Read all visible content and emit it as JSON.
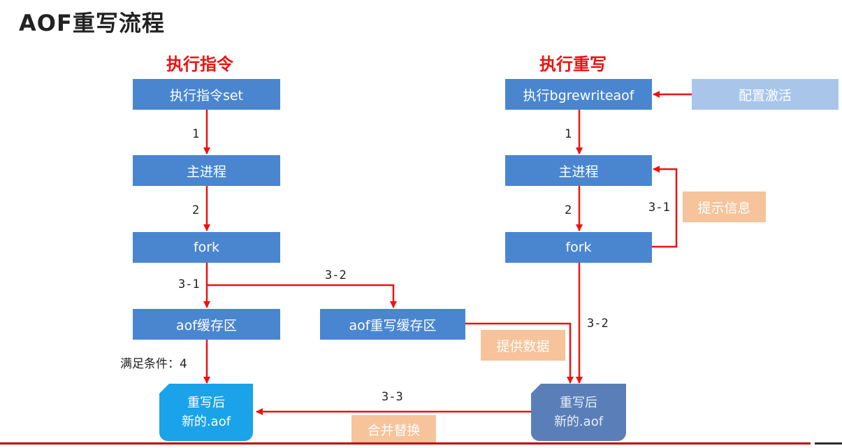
{
  "title": "AOF重写流程",
  "left": {
    "heading": "执行指令",
    "cmd": "执行指令set",
    "main": "主进程",
    "fork": "fork",
    "buffer": "aof缓存区",
    "rewrite_buffer": "aof重写缓存区",
    "condition": "满足条件：4",
    "result_line1": "重写后",
    "result_line2": "新的.aof"
  },
  "right": {
    "heading": "执行重写",
    "cmd": "执行bgrewriteaof",
    "config": "配置激活",
    "main": "主进程",
    "fork": "fork",
    "hint": "提示信息",
    "provide": "提供数据",
    "result_line1": "重写后",
    "result_line2": "新的.aof",
    "merge": "合并替换"
  },
  "steps": {
    "l1": "1",
    "l2": "2",
    "l31": "3-1",
    "l32": "3-2",
    "r1": "1",
    "r2": "2",
    "r31": "3-1",
    "r32": "3-2",
    "s33": "3-3"
  },
  "colors": {
    "box": "#4a86d0",
    "arrow": "#ee1111",
    "orange": "#f6c39b",
    "light": "#a9c6ea",
    "doc_left": "#1aa3e8",
    "doc_right": "#5a7fb8"
  }
}
